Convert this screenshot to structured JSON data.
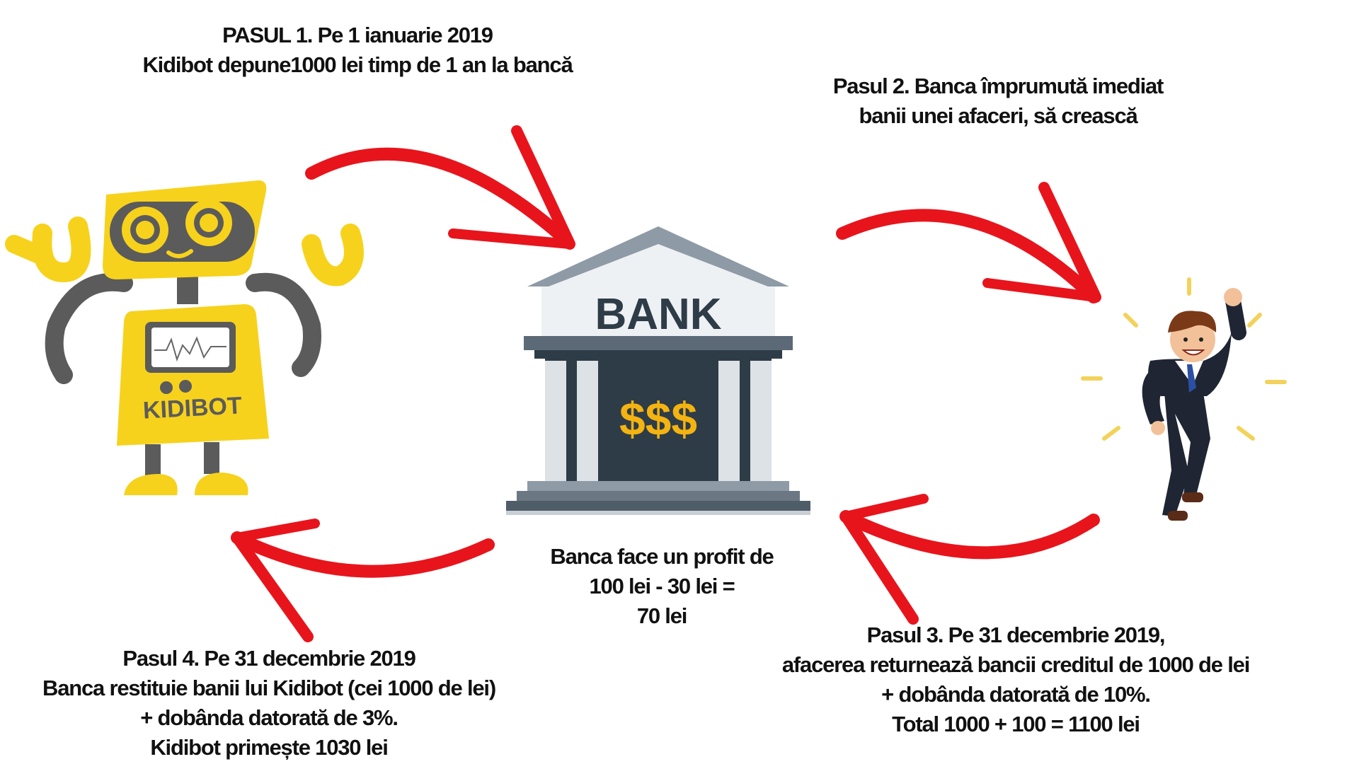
{
  "steps": {
    "step1": {
      "line1": "PASUL 1. Pe 1 ianuarie 2019",
      "line2": "Kidibot depune1000 lei timp de 1 an la bancă"
    },
    "step2": {
      "line1": "Pasul 2. Banca împrumută imediat",
      "line2": "banii unei afaceri, să crească"
    },
    "step3": {
      "line1": "Pasul 3. Pe 31 decembrie 2019,",
      "line2": "afacerea returnează bancii creditul de 1000 de lei",
      "line3": "+ dobânda datorată de 10%.",
      "line4": "Total 1000 + 100 = 1100 lei"
    },
    "step4": {
      "line1": "Pasul 4. Pe 31 decembrie 2019",
      "line2": "Banca restituie banii lui Kidibot (cei 1000 de lei)",
      "line3": "+ dobânda datorată de 3%.",
      "line4": "Kidibot primește 1030 lei"
    },
    "profit": {
      "line1": "Banca face un profit de",
      "line2": "100 lei - 30 lei =",
      "line3": "70 lei"
    }
  },
  "bank": {
    "sign": "BANK",
    "symbol": "$$$"
  },
  "robot": {
    "name": "KIDIBOT"
  },
  "colors": {
    "arrow": "#e8141c",
    "robot_yellow": "#f7d21c",
    "robot_gray": "#5b5b5b",
    "bank_gray": "#8e9aa6",
    "bank_dark": "#2e3c48",
    "gold": "#f3b311"
  }
}
